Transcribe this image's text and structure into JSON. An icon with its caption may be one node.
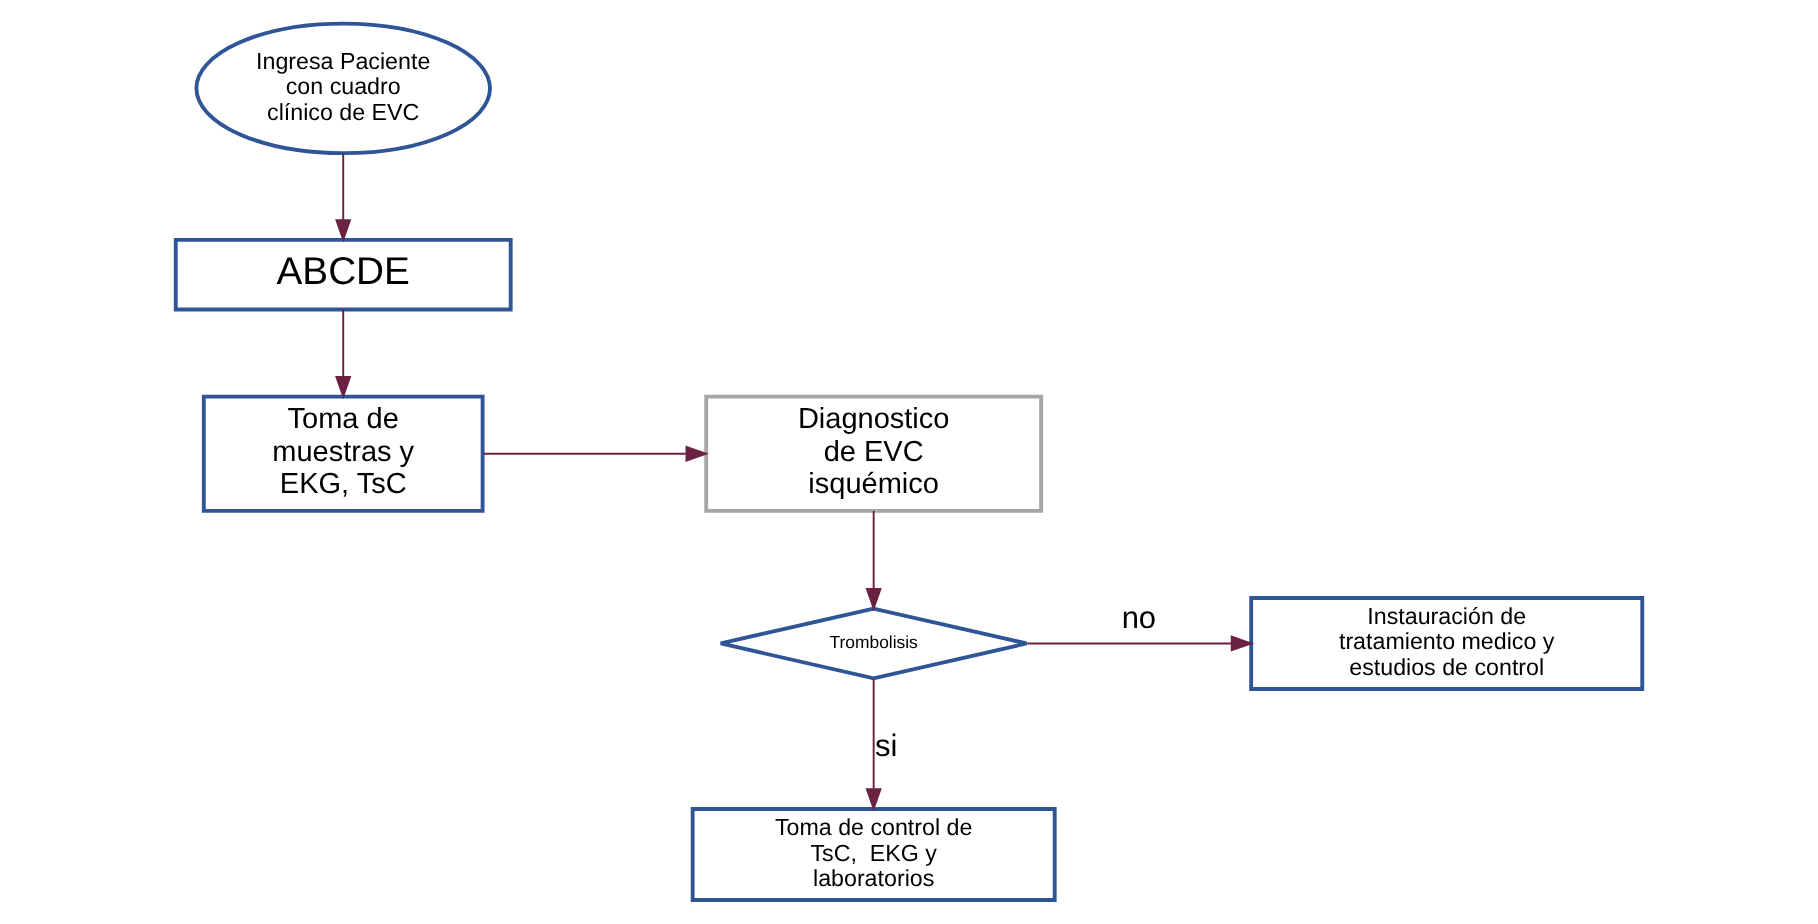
{
  "diagram": {
    "nodes": [
      {
        "text": [
          "Ingresa Paciente con cuadro clínico de EVC"
        ]
      },
      {
        "text": [
          "ABCDE"
        ]
      },
      {
        "text": [
          "Toma de muestras y EKG, TsC"
        ]
      },
      {
        "text": [
          "Diagnostico de EVC isquémico"
        ]
      },
      {
        "text": [
          "Trombolisis"
        ]
      },
      {
        "text": [
          "Instauración de tratamiento medico y estudios de control"
        ]
      },
      {
        "text": [
          "Toma de control de TsC,  EKG y laboratorios"
        ]
      }
    ],
    "edges": [
      {
        "from": 0,
        "to": 1,
        "arrow": "to"
      },
      {
        "from": 1,
        "to": 2,
        "arrow": "to"
      },
      {
        "from": 2,
        "to": 3,
        "arrow": "to"
      },
      {
        "from": 3,
        "to": 4,
        "arrow": "to"
      },
      {
        "from": 4,
        "to": 5,
        "arrow": "to",
        "label": "no"
      },
      {
        "from": 4,
        "to": 6,
        "arrow": "to",
        "label": "si"
      }
    ]
  }
}
